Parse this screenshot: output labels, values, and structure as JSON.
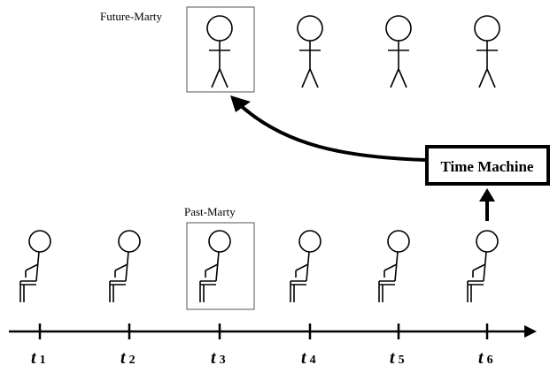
{
  "figure": {
    "future_label": "Future-Marty",
    "past_label": "Past-Marty",
    "time_machine_label": "Time Machine"
  },
  "timeline": {
    "ticks": [
      {
        "letter": "t",
        "sub": "1"
      },
      {
        "letter": "t",
        "sub": "2"
      },
      {
        "letter": "t",
        "sub": "3"
      },
      {
        "letter": "t",
        "sub": "4"
      },
      {
        "letter": "t",
        "sub": "5"
      },
      {
        "letter": "t",
        "sub": "6"
      }
    ]
  },
  "colors": {
    "ink": "#000000",
    "box_border": "#555555",
    "background": "#ffffff"
  }
}
